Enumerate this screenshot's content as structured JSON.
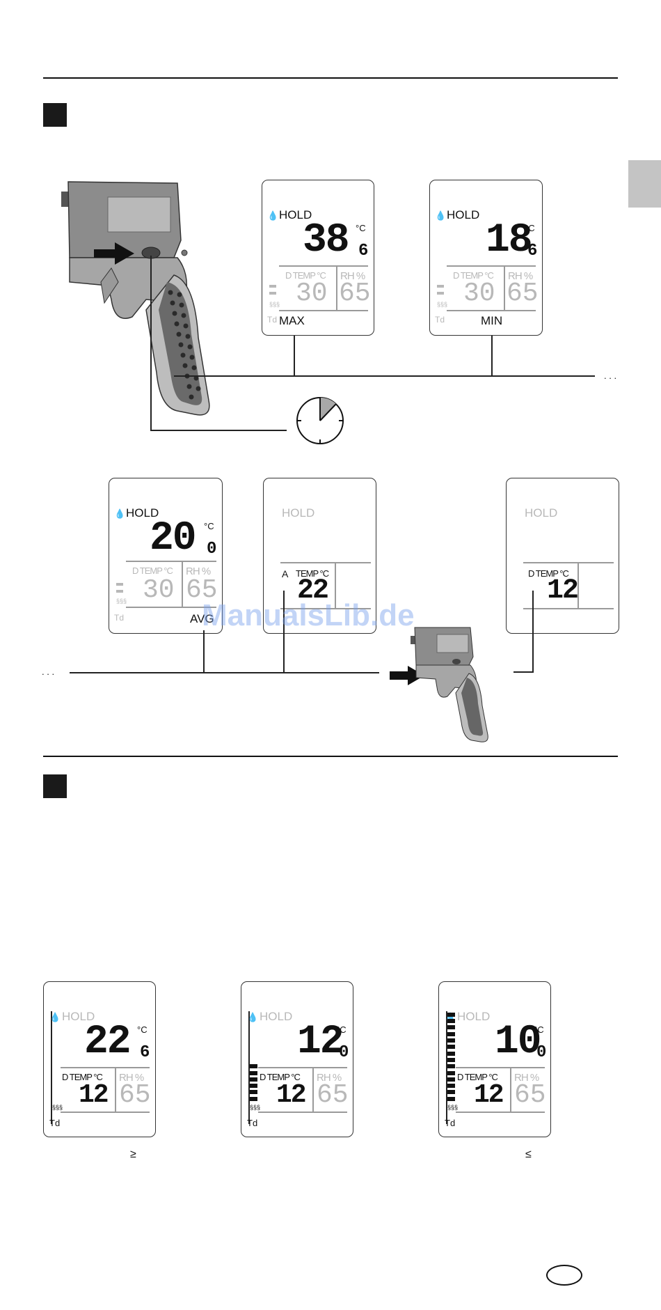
{
  "watermark": "ManualsLib.de",
  "displays": {
    "max": {
      "hold": "HOLD",
      "temp_int": "38",
      "temp_dec": "6",
      "unit": "°C",
      "dtemp_label": "D TEMP °C",
      "rh_label": "RH %",
      "dtemp_value": "30",
      "rh_value": "65",
      "td": "Td",
      "mode": "MAX"
    },
    "min": {
      "hold": "HOLD",
      "temp_int": "18",
      "temp_dec": "6",
      "unit": "°C",
      "dtemp_label": "D TEMP °C",
      "rh_label": "RH %",
      "dtemp_value": "30",
      "rh_value": "65",
      "td": "Td",
      "mode": "MIN"
    },
    "avg": {
      "hold": "HOLD",
      "temp_int": "20",
      "temp_dec": "0",
      "unit": "°C",
      "dtemp_label": "D TEMP °C",
      "rh_label": "RH %",
      "dtemp_value": "30",
      "rh_value": "65",
      "td": "Td",
      "mode": "AVG"
    },
    "atemp": {
      "hold": "HOLD",
      "a_label": "A",
      "temp_label": "TEMP °C",
      "value": "22"
    },
    "dtemp": {
      "hold": "HOLD",
      "temp_label": "D TEMP °C",
      "value": "12"
    },
    "bar1": {
      "hold": "HOLD",
      "temp_int": "22",
      "temp_dec": "6",
      "unit": "°C",
      "dtemp_label": "D TEMP °C",
      "rh_label": "RH %",
      "dtemp_value": "12",
      "rh_value": "65",
      "td": "Td",
      "bar_level": 0
    },
    "bar2": {
      "hold": "HOLD",
      "temp_int": "12",
      "temp_dec": "0",
      "unit": "°C",
      "dtemp_label": "D TEMP °C",
      "rh_label": "RH %",
      "dtemp_value": "12",
      "rh_value": "65",
      "td": "Td",
      "bar_level": 6
    },
    "bar3": {
      "hold": "HOLD",
      "temp_int": "10",
      "temp_dec": "0",
      "unit": "°C",
      "dtemp_label": "D TEMP °C",
      "rh_label": "RH %",
      "dtemp_value": "12",
      "rh_value": "65",
      "td": "Td",
      "bar_level": 14
    }
  },
  "symbols": {
    "geq": "≥",
    "leq": "≤",
    "ellipsis_right": ". . .",
    "ellipsis_left": ". . ."
  },
  "icons": [
    "thermometer-gun-icon",
    "arrow-right-icon",
    "clock-icon",
    "droplets-icon",
    "heat-waves-icon",
    "language-oval-icon"
  ],
  "colors": {
    "section_box": "#1a1a1a",
    "side_tab": "#c4c4c4",
    "lcd_inactive": "#b8b8b8",
    "watermark": "#78a0eb"
  }
}
